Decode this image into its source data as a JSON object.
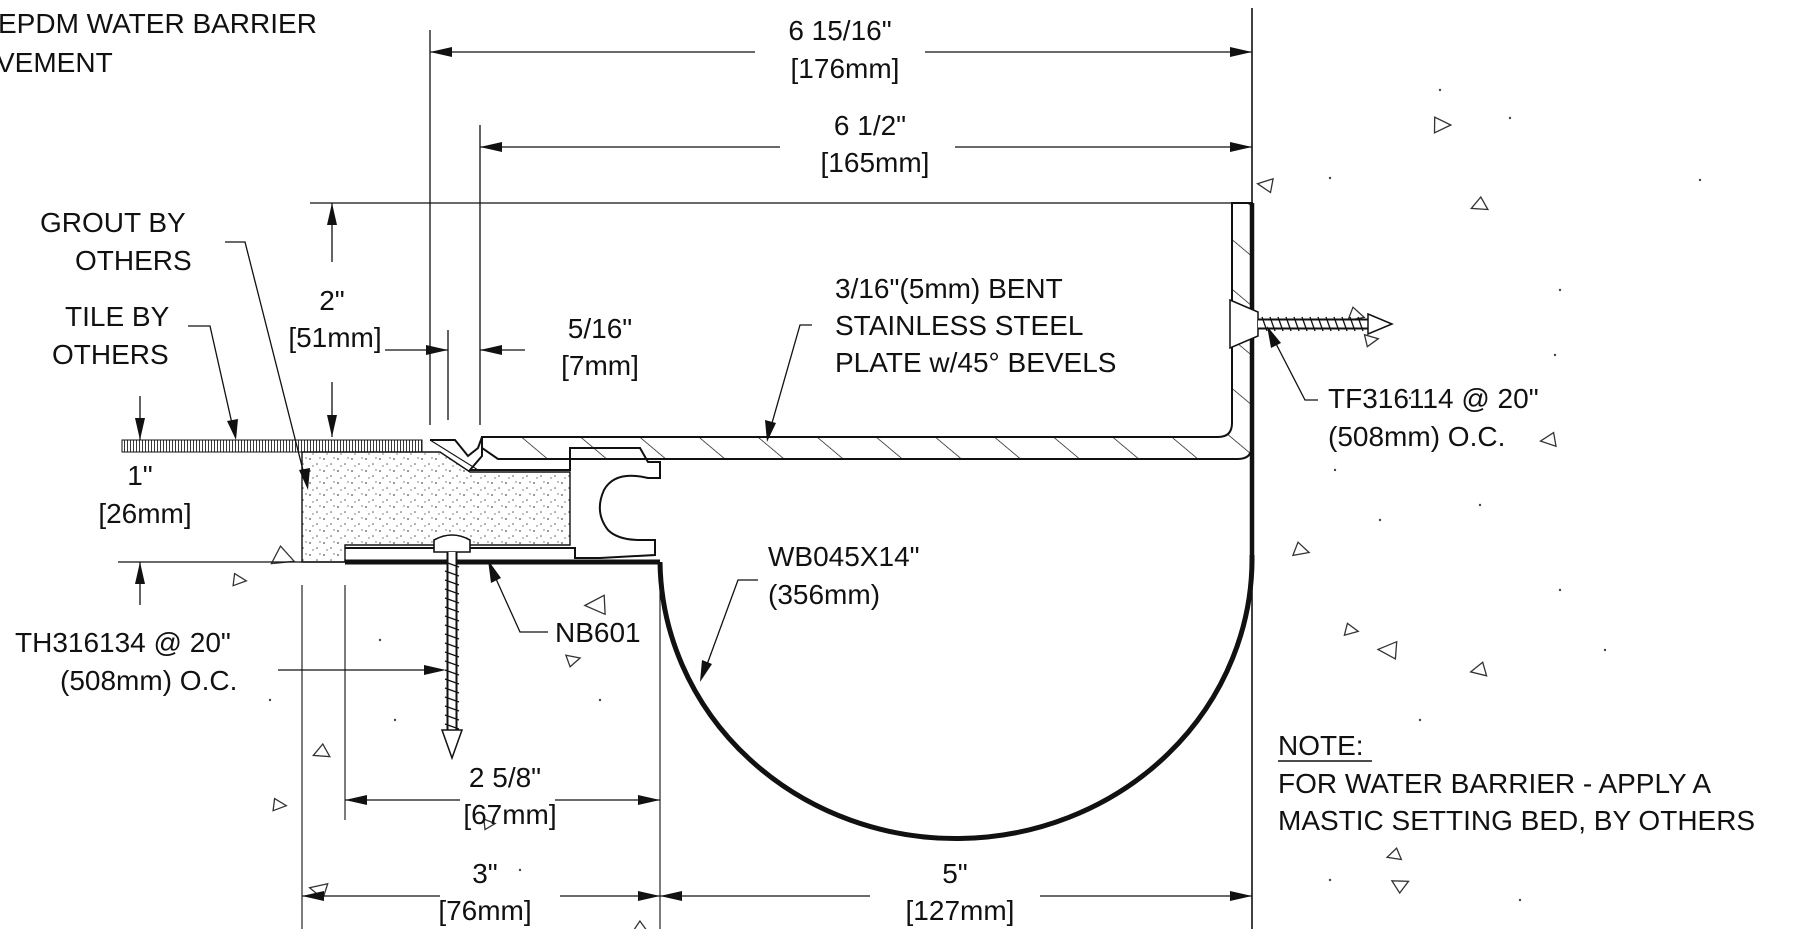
{
  "drawing": {
    "title_line1": "EPDM WATER BARRIER",
    "title_line2": "VEMENT",
    "dimensions": {
      "overall_width": {
        "imperial": "6 15/16\"",
        "metric": "[176mm]"
      },
      "plate_width": {
        "imperial": "6 1/2\"",
        "metric": "[165mm]"
      },
      "depth": {
        "imperial": "2\"",
        "metric": "[51mm]"
      },
      "gap": {
        "imperial": "5/16\"",
        "metric": "[7mm]"
      },
      "setting_bed": {
        "imperial": "1\"",
        "metric": "[26mm]"
      },
      "nosing": {
        "imperial": "2 5/8\"",
        "metric": "[67mm]"
      },
      "left_frame": {
        "imperial": "3\"",
        "metric": "[76mm]"
      },
      "barrier_width": {
        "imperial": "5\"",
        "metric": "[127mm]"
      }
    },
    "callouts": {
      "grout": [
        "GROUT BY",
        "OTHERS"
      ],
      "tile": [
        "TILE BY",
        "OTHERS"
      ],
      "plate": [
        "3/16\"(5mm) BENT",
        "STAINLESS STEEL",
        "PLATE w/45° BEVELS"
      ],
      "anchor_right": [
        "TF316114 @ 20\"",
        "(508mm) O.C."
      ],
      "anchor_left": [
        "TH316134 @ 20\"",
        "(508mm) O.C."
      ],
      "nosing_part": "NB601",
      "water_barrier": [
        "WB045X14\"",
        "(356mm)"
      ]
    },
    "note": {
      "heading": "NOTE:",
      "line1": "FOR WATER BARRIER - APPLY A",
      "line2": "MASTIC SETTING BED, BY OTHERS"
    }
  }
}
